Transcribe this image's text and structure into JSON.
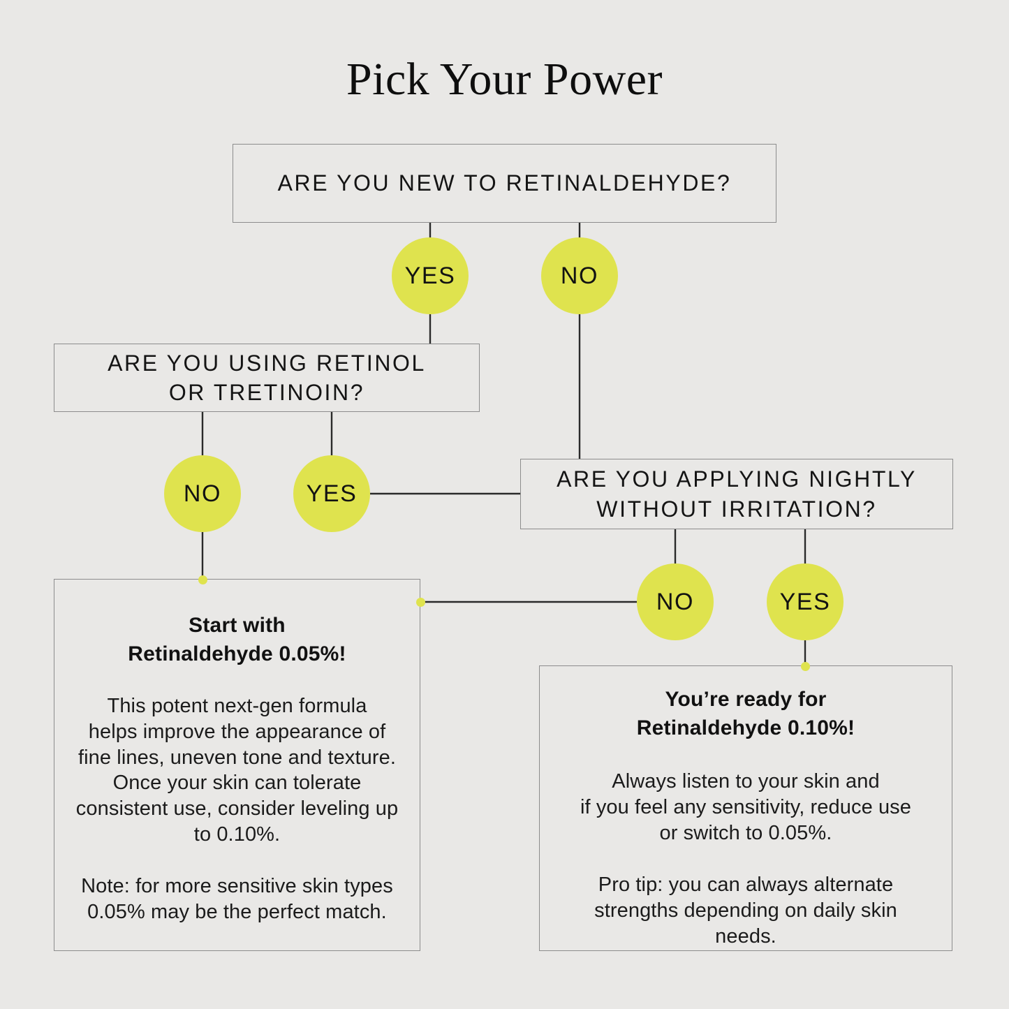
{
  "title": "Pick Your Power",
  "theme": {
    "background": "#e9e8e6",
    "accent_yellow": "#dfe34e",
    "border_gray": "#8c8c8c",
    "text": "#141414"
  },
  "questions": {
    "q1": "ARE YOU NEW TO RETINALDEHYDE?",
    "q2": "ARE YOU USING RETINOL\nOR TRETINOIN?",
    "q3": "ARE YOU APPLYING NIGHTLY\nWITHOUT IRRITATION?"
  },
  "answers": {
    "a1": "YES",
    "a2": "NO",
    "a3": "NO",
    "a4": "YES",
    "a5": "NO",
    "a6": "YES"
  },
  "results": {
    "r1": {
      "heading": "Start with\nRetinaldehyde 0.05%!",
      "body1": "This potent next-gen formula\nhelps improve the appearance of\nfine lines, uneven tone and texture.\nOnce your skin can tolerate\nconsistent use, consider leveling up\nto 0.10%.",
      "body2": "Note: for more sensitive skin types\n0.05% may be the perfect match."
    },
    "r2": {
      "heading": "You’re ready for\nRetinaldehyde 0.10%!",
      "body1": "Always listen to your skin and\nif you feel any sensitivity, reduce use\nor switch to 0.05%.",
      "body2": "Pro tip: you can always alternate\nstrengths depending on daily skin\nneeds."
    }
  }
}
